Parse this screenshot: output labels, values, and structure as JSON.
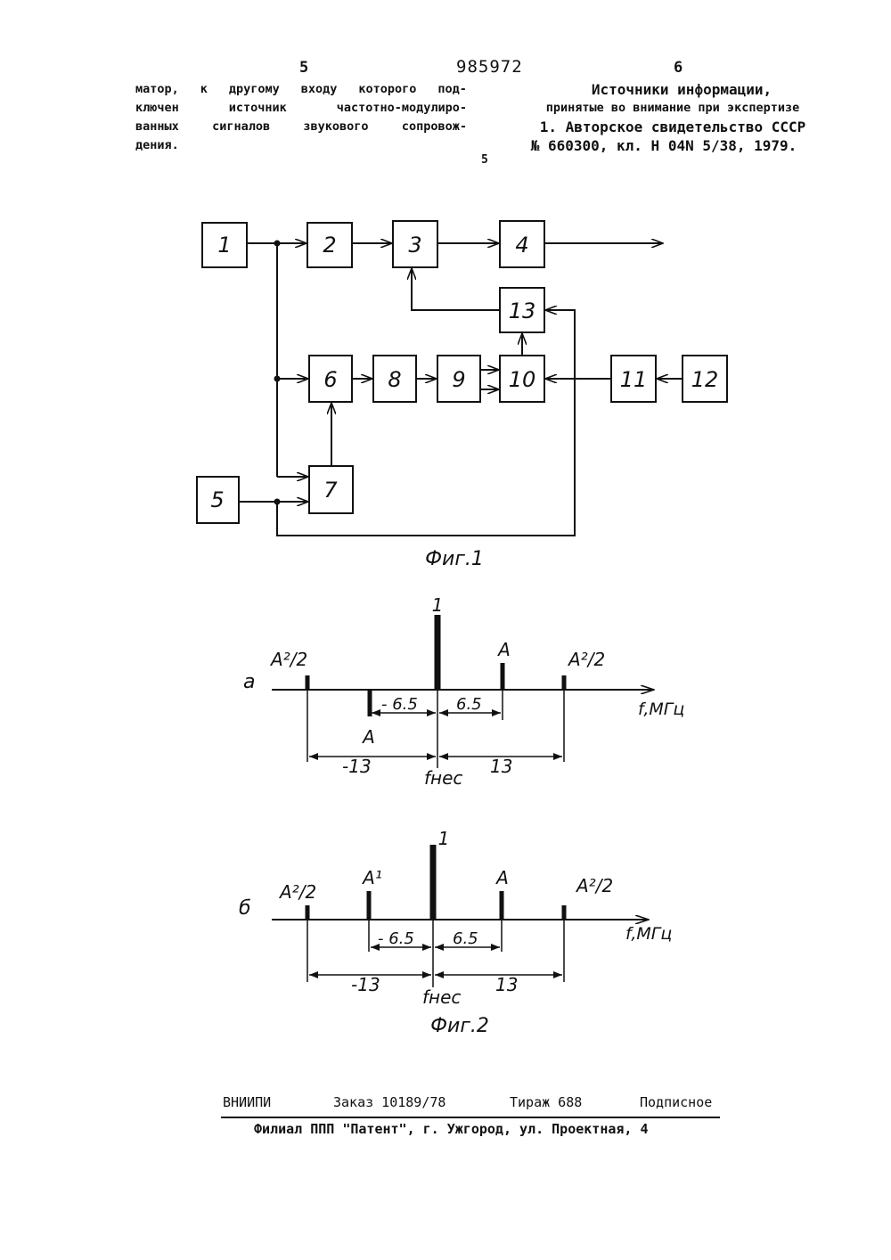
{
  "header": {
    "page_left": "5",
    "patent_number": "985972",
    "page_right": "6"
  },
  "left_text": {
    "lines": [
      [
        "матор,",
        "к",
        "другому",
        "входу",
        "которого",
        "под-"
      ],
      [
        "ключен",
        "источник",
        "частотно-модулиро-"
      ],
      [
        "ванных",
        "сигналов",
        "звукового",
        "сопровож-"
      ],
      [
        "дения."
      ]
    ]
  },
  "right_text": {
    "line1": "Источники информации,",
    "line2": "принятые во внимание при экспертизе",
    "line3": "1. Авторское свидетельство СССР",
    "line4": "№ 660300, кл. Н 04N 5/38, 1979."
  },
  "line_marker": "5",
  "fig1": {
    "caption": "Фиг.1",
    "blocks": [
      "1",
      "2",
      "3",
      "4",
      "13",
      "6",
      "8",
      "9",
      "10",
      "11",
      "12",
      "5",
      "7"
    ]
  },
  "fig2": {
    "caption": "Фиг.2",
    "panel_a": {
      "label": "а",
      "axis_label": "f,МГц",
      "carrier": "1",
      "left_outer": "A²/2",
      "right_outer": "A²/2",
      "upper_sideband": "A",
      "lower_sideband": "A",
      "dim_inner_left": "- 6.5",
      "dim_inner_right": "6.5",
      "dim_outer_left": "-13",
      "dim_outer_right": "13",
      "center": "fнес"
    },
    "panel_b": {
      "label": "б",
      "axis_label": "f,МГц",
      "carrier": "1",
      "left_outer": "A²/2",
      "right_outer": "A²/2",
      "upper_sideband": "A",
      "lower_sideband": "A¹",
      "dim_inner_left": "- 6.5",
      "dim_inner_right": "6.5",
      "dim_outer_left": "-13",
      "dim_outer_right": "13",
      "center": "fнес"
    }
  },
  "footer": {
    "org": "ВНИИПИ",
    "order": "Заказ 10189/78",
    "circulation": "Тираж 688",
    "subscription": "Подписное",
    "branch": "Филиал ППП \"Патент\", г. Ужгород, ул. Проектная, 4"
  }
}
